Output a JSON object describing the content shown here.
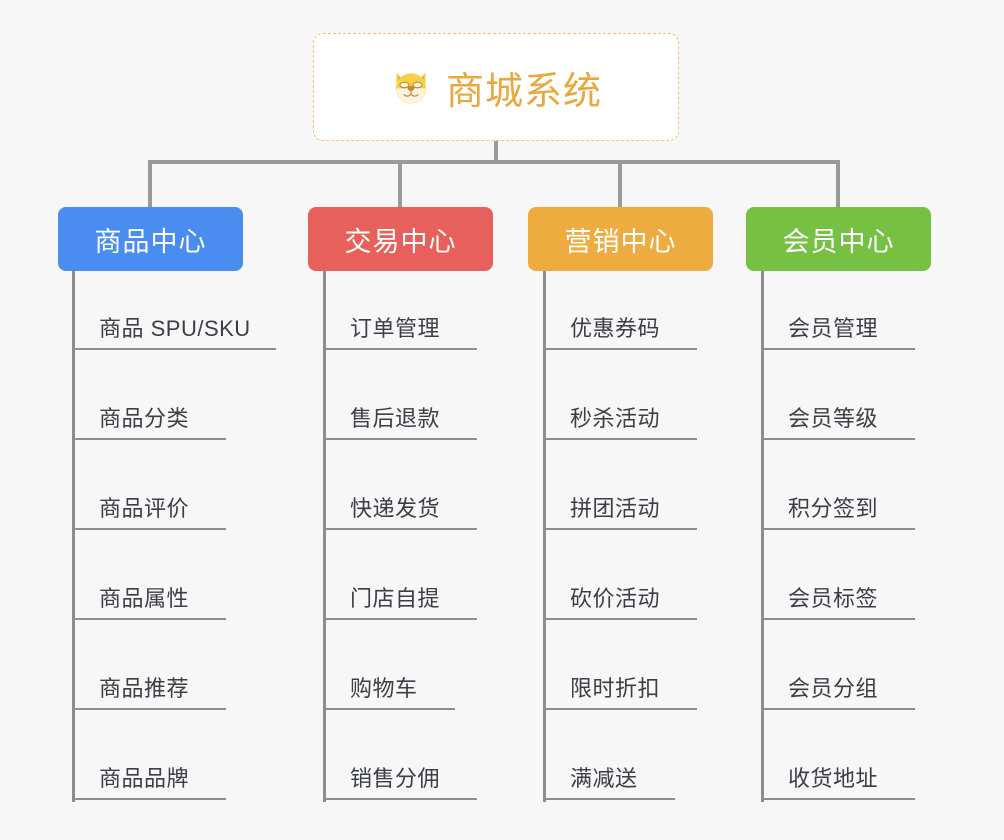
{
  "background_color": "#f7f7f7",
  "root": {
    "title": "商城系统",
    "icon": "dog-face-emoji",
    "text_color": "#e9a83c",
    "border_color": "#edc37a",
    "background": "#ffffff"
  },
  "connector_color": "#9a9a9a",
  "branches": [
    {
      "title": "商品中心",
      "color": "#4a8df0",
      "text_color": "#ffffff",
      "items": [
        "商品 SPU/SKU",
        "商品分类",
        "商品评价",
        "商品属性",
        "商品推荐",
        "商品品牌"
      ]
    },
    {
      "title": "交易中心",
      "color": "#e8605b",
      "text_color": "#ffffff",
      "items": [
        "订单管理",
        "售后退款",
        "快递发货",
        "门店自提",
        "购物车",
        "销售分佣"
      ]
    },
    {
      "title": "营销中心",
      "color": "#eeab3f",
      "text_color": "#ffffff",
      "items": [
        "优惠券码",
        "秒杀活动",
        "拼团活动",
        "砍价活动",
        "限时折扣",
        "满减送"
      ]
    },
    {
      "title": "会员中心",
      "color": "#76c043",
      "text_color": "#ffffff",
      "items": [
        "会员管理",
        "会员等级",
        "积分签到",
        "会员标签",
        "会员分组",
        "收货地址"
      ]
    }
  ]
}
